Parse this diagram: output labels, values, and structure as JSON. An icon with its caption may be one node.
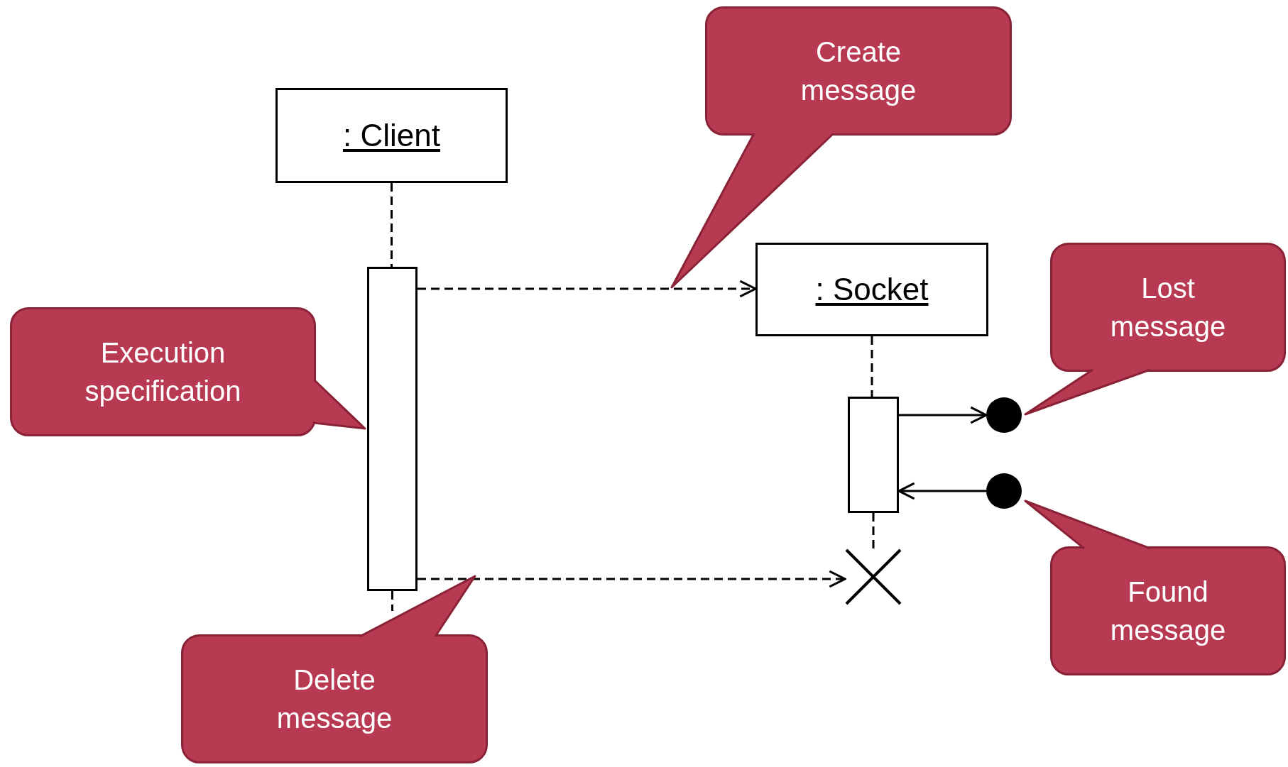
{
  "diagram": {
    "nodes": [
      {
        "text": [
          "Create message"
        ]
      },
      {
        "text": [
          ": Client"
        ]
      },
      {
        "text": [
          ": Socket"
        ]
      },
      {
        "text": [
          "Lost message"
        ]
      },
      {
        "text": [
          "Execution specification"
        ]
      },
      {
        "text": [],
        "shape": "box"
      },
      {
        "text": [],
        "shape": "box"
      },
      {
        "text": [],
        "shape": "circle"
      },
      {
        "text": [],
        "shape": "circle"
      },
      {
        "text": [],
        "shape": "cross"
      },
      {
        "text": [
          "Found message"
        ]
      },
      {
        "text": [
          "Delete message"
        ]
      }
    ],
    "edges": [
      {
        "from": 1,
        "to": 5,
        "arrow": "none",
        "style": "dashed"
      },
      {
        "from": 5,
        "to": 2,
        "arrow": "to",
        "style": "dashed"
      },
      {
        "from": 2,
        "to": 6,
        "arrow": "none",
        "style": "dashed"
      },
      {
        "from": 6,
        "to": 7,
        "arrow": "to"
      },
      {
        "from": 8,
        "to": 6,
        "arrow": "to"
      },
      {
        "from": 6,
        "to": 9,
        "arrow": "none",
        "style": "dashed"
      },
      {
        "from": 5,
        "to": 9,
        "arrow": "to",
        "style": "dashed"
      },
      {
        "from": 5,
        "to": null,
        "arrow": "none",
        "style": "dashed"
      }
    ]
  }
}
